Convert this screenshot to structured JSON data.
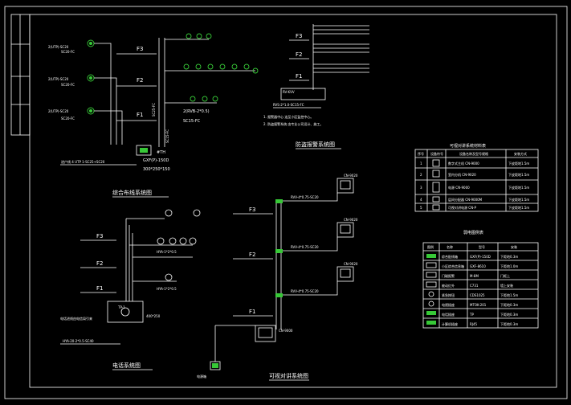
{
  "titles": {
    "integrated_wiring": "综合布线系统图",
    "fire_alarm": "防盗报警系统图",
    "telephone": "电话系统图",
    "intercom": "可视对讲系统图"
  },
  "floors": {
    "f3": "F3",
    "f2": "F2",
    "f1": "F1"
  },
  "wiring": {
    "cable_1": "2(UTP)-SC20",
    "cable_2": "SC20-FC",
    "cable_3": "SC15-FC",
    "cable_main": "SC25-FC",
    "cable_riser": "SC15-FC",
    "box_label": "#TH",
    "box_spec": "GXF(P)-150D",
    "box_size": "300*250*150",
    "inlet": "进户线 4 UTP 1-SC25+SC20",
    "port_label": "2(RVB-2*0.5)",
    "riser_box": "SC15-FC"
  },
  "alarm": {
    "controller": "RV-KVV",
    "cable": "RVS-2*1.0-SC15-FC",
    "note_1": "1. 报警器中心 连至小区监控中心。",
    "note_2": "2. 防盗报警系统 由专业公司设计、施工。"
  },
  "phone": {
    "cable": "HYA-1*2*0.5",
    "box": "TP-1",
    "box_size": "400*250",
    "inlet": "HYA-20-2*0.5-SC40",
    "note": "电话进线由电信局引来"
  },
  "intercom": {
    "unit": "CN-9020",
    "cable": "RVV-4*0.75-SC20",
    "host": "CN-9000",
    "power": "电源箱"
  },
  "legend1": {
    "title": "可视对讲系统材料表",
    "headers": [
      "序号",
      "设备符号",
      "设备名称及型号规格",
      "安装方式"
    ],
    "rows": [
      [
        "1",
        "",
        "数字式主机 CN-9000",
        "下皮距地1.5m"
      ],
      [
        "2",
        "",
        "室内分机 CN-9020",
        "下皮距地1.5m"
      ],
      [
        "3",
        "",
        "电源 CN-9000",
        "下皮距地1.5m"
      ],
      [
        "4",
        "",
        "层间分配器 CN-9000M",
        "下皮距地1.5m"
      ],
      [
        "5",
        "",
        "可视对讲电源 CN-P",
        "下皮距地1.5m"
      ]
    ]
  },
  "legend2": {
    "title": "弱电图例表",
    "headers": [
      "图例",
      "名称",
      "型号",
      "安装"
    ],
    "rows": [
      [
        "",
        "综合配线箱",
        "GXF(P)-150D",
        "下距地0.3m"
      ],
      [
        "",
        "小区综合信息箱",
        "GXF-8610",
        "下距地1.0m"
      ],
      [
        "",
        "门磁报警",
        "M-8M",
        "门框上"
      ],
      [
        "",
        "被动红外",
        "C731",
        "墙上安装"
      ],
      [
        "",
        "紧急按钮",
        "CDS1025",
        "下距地1.5m"
      ],
      [
        "",
        "电视插座",
        "MTOK-201",
        "下距地0.3m"
      ],
      [
        "",
        "电话插座",
        "TP",
        "下距地0.3m"
      ],
      [
        "",
        "计算机插座",
        "RJ45",
        "下距地0.3m"
      ]
    ]
  }
}
